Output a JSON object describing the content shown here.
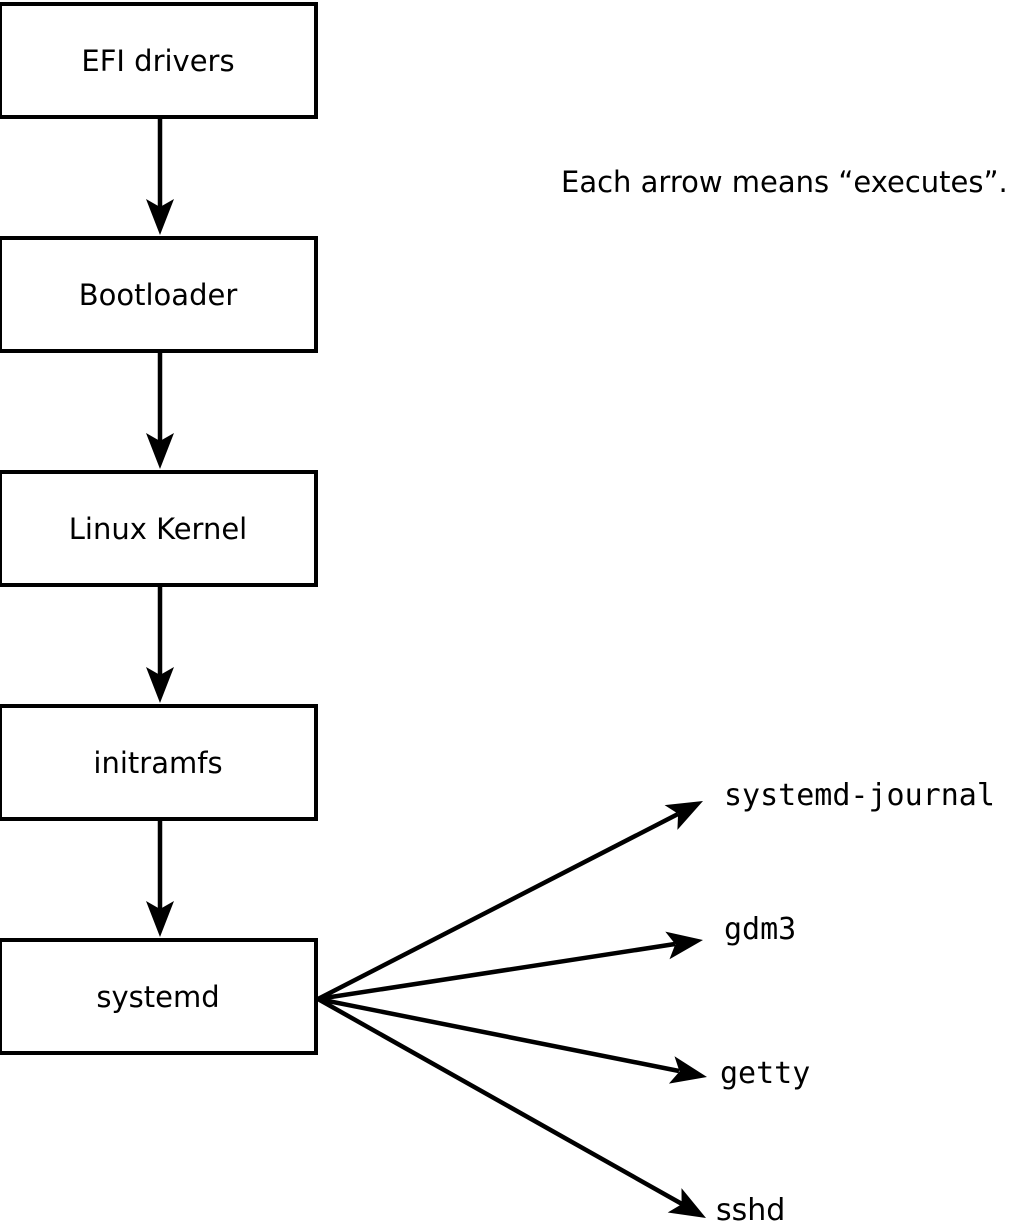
{
  "flowchart": {
    "note": "Each arrow means “executes”.",
    "arrow_meaning": "executes",
    "chain": [
      {
        "label": "EFI drivers"
      },
      {
        "label": "Bootloader"
      },
      {
        "label": "Linux Kernel"
      },
      {
        "label": "initramfs"
      },
      {
        "label": "systemd"
      }
    ],
    "targets": [
      {
        "label": "systemd-journal"
      },
      {
        "label": "gdm3"
      },
      {
        "label": "getty"
      },
      {
        "label": "sshd"
      }
    ],
    "colors": {
      "stroke": "#000000",
      "box_fill": "#ffffff",
      "background": "#ffffff"
    }
  }
}
